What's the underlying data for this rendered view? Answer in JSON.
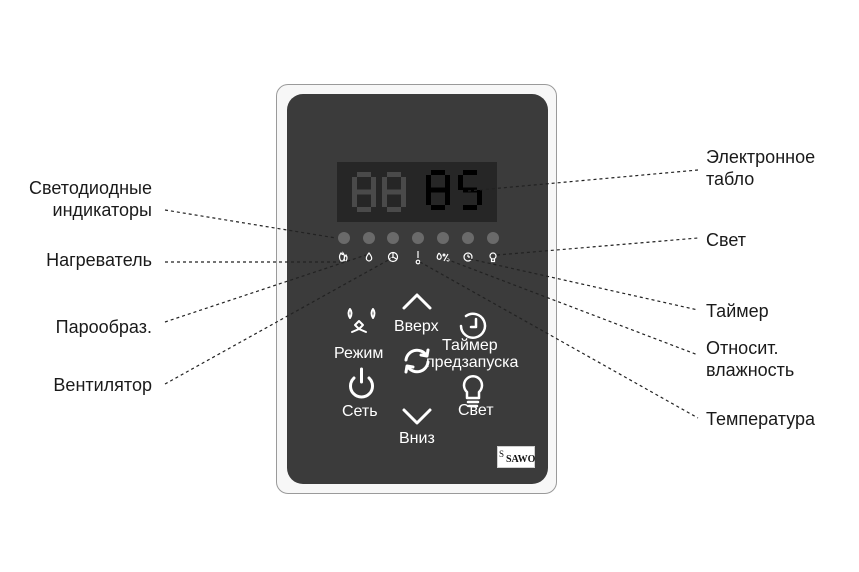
{
  "callouts": {
    "led_indicators": "Светодиодные\nиндикаторы",
    "heater": "Нагреватель",
    "steamer": "Парообраз.",
    "fan": "Вентилятор",
    "display": "Электронное\nтабло",
    "light": "Свет",
    "timer": "Таймер",
    "humidity": "Относит.\nвлажность",
    "temperature": "Температура"
  },
  "display": {
    "dim_digits": "88",
    "value": "85"
  },
  "buttons": {
    "up": "Вверх",
    "mode": "Режим",
    "timer": "Таймер",
    "timer_line2": "предзапуска",
    "power": "Сеть",
    "light": "Свет",
    "down": "Вниз"
  },
  "logo": {
    "text": "SAWO",
    "mark": "S"
  },
  "colors": {
    "panel": "#3b3b3b",
    "display_on": "#000000",
    "display_off": "#4a4a4a",
    "led": "#6a6a6a",
    "line": "#222222"
  }
}
